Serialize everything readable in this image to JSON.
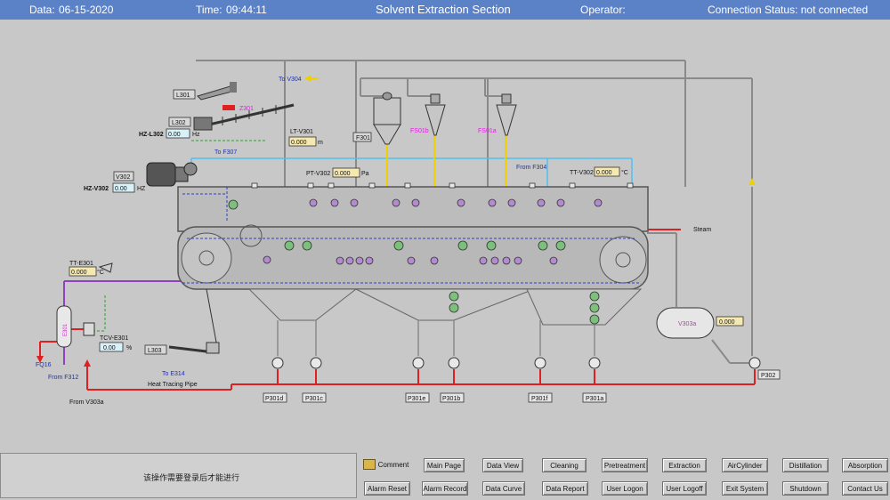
{
  "header": {
    "date_label": "Data:",
    "date_value": "06-15-2020",
    "time_label": "Time:",
    "time_value": "09:44:11",
    "title": "Solvent Extraction Section",
    "operator_label": "Operator:",
    "connection_status": "Connection Status: not connected"
  },
  "diagram": {
    "l301": "L301",
    "z301": "Z301",
    "l302": "L302",
    "hz_l302": "HZ-L302",
    "hz_l302_value": "0.00",
    "hz_l302_unit": "Hz",
    "lt_v301": "LT-V301",
    "lt_v301_value": "0.000",
    "lt_v301_unit": "m",
    "f301": "F301",
    "fs01b": "FS01b",
    "fs01a": "FS01a",
    "to_v304": "To V304",
    "to_f307": "To F307",
    "v302": "V302",
    "hz_v302": "HZ-V302",
    "hz_v302_value": "0.00",
    "hz_v302_unit": "HZ",
    "pt_v302": "PT-V302",
    "pt_v302_value": "0.000",
    "pt_v302_unit": "Pa",
    "from_f304": "From F304",
    "tt_v302": "TT-V302",
    "tt_v302_value": "0.000",
    "tt_v302_unit": "°C",
    "steam": "Steam",
    "tt_e301": "TT-E301",
    "tt_e301_value": "0.000",
    "tt_e301_unit": "°C",
    "e301": "E301",
    "tcv_e301": "TCV-E301",
    "tcv_e301_value": "0.00",
    "tcv_e301_unit": "%",
    "fq16": "FQ16",
    "from_f312": "From F312",
    "from_v303a": "From V303a",
    "l303": "L303",
    "to_e314": "To E314",
    "heat_tracing_pipe": "Heat Tracing Pipe",
    "v303a": "V303a",
    "v303a_value": "0.000",
    "p301d": "P301d",
    "p301c": "P301c",
    "p301e": "P301e",
    "p301b": "P301b",
    "p301f": "P301f",
    "p301a": "P301a",
    "p302": "P302"
  },
  "messages": {
    "text": "该操作需要登录后才能进行"
  },
  "buttons": {
    "comment": "Comment",
    "main_page": "Main Page",
    "data_view": "Data View",
    "cleaning": "Cleaning",
    "pretreatment": "Pretreatment",
    "extraction": "Extraction",
    "air_cylinder": "AirCylinder",
    "distillation": "Distillation",
    "absorption": "Absorption",
    "alarm_reset": "Alarm Reset",
    "alarm_record": "Alarm Record",
    "data_curve": "Data Curve",
    "data_report": "Data Report",
    "user_logon": "User Logon",
    "user_logoff": "User Logoff",
    "exit_system": "Exit System",
    "shutdown": "Shutdown",
    "contact_us": "Contact Us"
  },
  "colors": {
    "header_bg": "#5b82c7",
    "pipe_yellow": "#f0d000",
    "pipe_red": "#e02020",
    "pipe_cyan": "#50c0f0",
    "pipe_purple": "#9040c0",
    "label_magenta": "#e020e0",
    "label_blue": "#1a30c0"
  }
}
